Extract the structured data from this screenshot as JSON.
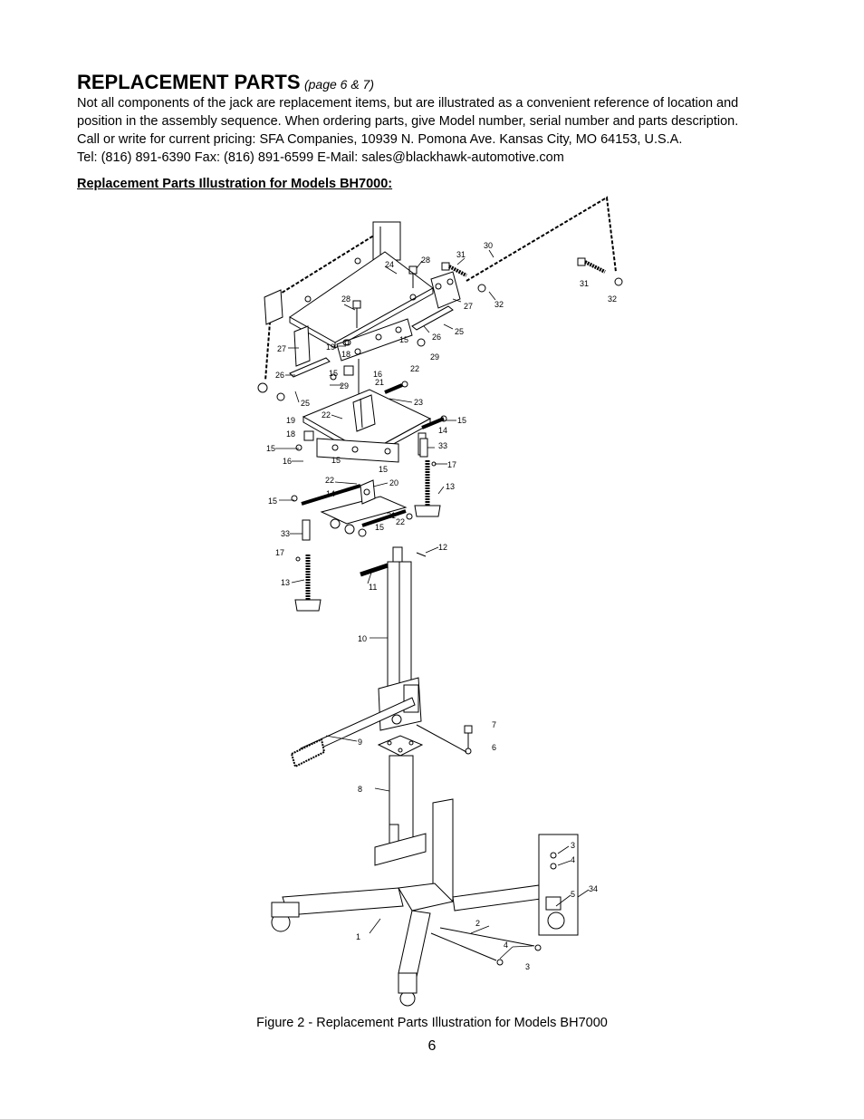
{
  "header": {
    "title": "REPLACEMENT PARTS",
    "subtitle": "(page 6 & 7)"
  },
  "intro_lines": [
    "Not all components of the jack are replacement items, but are illustrated as a convenient reference of location and",
    "position in the assembly sequence. When ordering parts, give Model number, serial number and parts description.",
    "Call or write for current pricing: SFA Companies, 10939 N. Pomona Ave. Kansas City, MO 64153, U.S.A.",
    "Tel: (816) 891-6390   Fax: (816) 891-6599   E-Mail: sales@blackhawk-automotive.com"
  ],
  "section_heading": "Replacement Parts Illustration for Models BH7000:",
  "diagram": {
    "callouts": [
      {
        "id": "c30",
        "text": "30"
      },
      {
        "id": "c31a",
        "text": "31"
      },
      {
        "id": "c28a",
        "text": "28"
      },
      {
        "id": "c24",
        "text": "24"
      },
      {
        "id": "c31b",
        "text": "31"
      },
      {
        "id": "c32a",
        "text": "32"
      },
      {
        "id": "c32b",
        "text": "32"
      },
      {
        "id": "c27a",
        "text": "27"
      },
      {
        "id": "c28b",
        "text": "28"
      },
      {
        "id": "c26a",
        "text": "26"
      },
      {
        "id": "c25a",
        "text": "25"
      },
      {
        "id": "c15a",
        "text": "15"
      },
      {
        "id": "c27b",
        "text": "27"
      },
      {
        "id": "c19a",
        "text": "19"
      },
      {
        "id": "c18a",
        "text": "18"
      },
      {
        "id": "c29a",
        "text": "29"
      },
      {
        "id": "c26b",
        "text": "26"
      },
      {
        "id": "c15b",
        "text": "15"
      },
      {
        "id": "c16a",
        "text": "16"
      },
      {
        "id": "c22a",
        "text": "22"
      },
      {
        "id": "c29b",
        "text": "29"
      },
      {
        "id": "c21a",
        "text": "21"
      },
      {
        "id": "c25b",
        "text": "25"
      },
      {
        "id": "c23",
        "text": "23"
      },
      {
        "id": "c22b",
        "text": "22"
      },
      {
        "id": "c19b",
        "text": "19"
      },
      {
        "id": "c15c",
        "text": "15"
      },
      {
        "id": "c14a",
        "text": "14"
      },
      {
        "id": "c18b",
        "text": "18"
      },
      {
        "id": "c33a",
        "text": "33"
      },
      {
        "id": "c15d",
        "text": "15"
      },
      {
        "id": "c16b",
        "text": "16"
      },
      {
        "id": "c15e",
        "text": "15"
      },
      {
        "id": "c17a",
        "text": "17"
      },
      {
        "id": "c15f",
        "text": "15"
      },
      {
        "id": "c22c",
        "text": "22"
      },
      {
        "id": "c20",
        "text": "20"
      },
      {
        "id": "c13a",
        "text": "13"
      },
      {
        "id": "c14b",
        "text": "14"
      },
      {
        "id": "c15g",
        "text": "15"
      },
      {
        "id": "c21b",
        "text": "21"
      },
      {
        "id": "c22d",
        "text": "22"
      },
      {
        "id": "c15h",
        "text": "15"
      },
      {
        "id": "c33b",
        "text": "33"
      },
      {
        "id": "c12",
        "text": "12"
      },
      {
        "id": "c17b",
        "text": "17"
      },
      {
        "id": "c11",
        "text": "11"
      },
      {
        "id": "c13b",
        "text": "13"
      },
      {
        "id": "c10",
        "text": "10"
      },
      {
        "id": "c7",
        "text": "7"
      },
      {
        "id": "c9",
        "text": "9"
      },
      {
        "id": "c6",
        "text": "6"
      },
      {
        "id": "c8",
        "text": "8"
      },
      {
        "id": "c3a",
        "text": "3"
      },
      {
        "id": "c4a",
        "text": "4"
      },
      {
        "id": "c34",
        "text": "34"
      },
      {
        "id": "c5",
        "text": "5"
      },
      {
        "id": "c1",
        "text": "1"
      },
      {
        "id": "c2",
        "text": "2"
      },
      {
        "id": "c4b",
        "text": "4"
      },
      {
        "id": "c3b",
        "text": "3"
      }
    ]
  },
  "figure_caption": "Figure 2 - Replacement Parts Illustration for Models BH7000",
  "page_number": "6"
}
